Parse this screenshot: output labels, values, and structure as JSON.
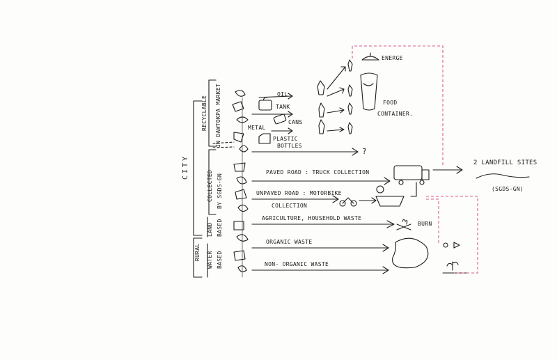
{
  "diagram": {
    "groups": {
      "city": "CITY",
      "rural": "RURAL"
    },
    "side_labels": {
      "recyclable": "RECYCLABLE",
      "market": "IN DAWTOKPA MARKET",
      "collected": "COLLECTED",
      "by": "BY SGDS-GN",
      "land": "LAND",
      "land_based": "BASED",
      "water": "WATER",
      "water_based": "BASED"
    },
    "flows": {
      "oil": "OIL",
      "tank": "TANK",
      "metal": "METAL",
      "cans": "CANS",
      "plastic": "PLASTIC",
      "bottles": "BOTTLES",
      "question": "?",
      "paved": "PAVED ROAD : TRUCK COLLECTION",
      "unpaved": "UNPAVED ROAD : MOTORBIKE",
      "collection": "COLLECTION",
      "agri": "AGRICULTURE, HOUSEHOLD WASTE",
      "organic": "ORGANIC WASTE",
      "nonorganic": "NON- ORGANIC WASTE"
    },
    "outputs": {
      "energe": "ENERGE",
      "food": "FOOD",
      "container": "CONTAINER.",
      "burn": "BURN",
      "landfill": "2 LANDFILL SITES",
      "landfill_sub": "(SGDS-GN)"
    },
    "colors": {
      "ink": "#1a1a1a",
      "dashed": "#e0588f"
    }
  }
}
